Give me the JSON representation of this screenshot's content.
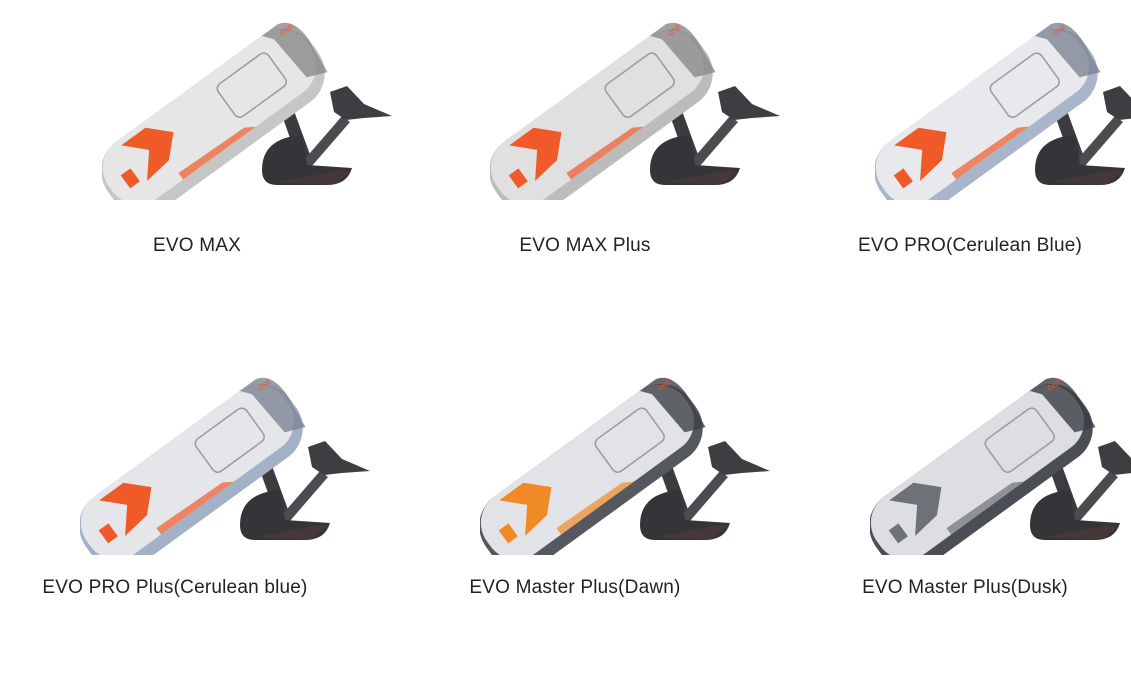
{
  "products": [
    {
      "name": "EVO MAX",
      "colors": {
        "deck": "#e6e6e6",
        "rail": "#c6c6c6",
        "accent": "#f05a28",
        "nose": "#8a8a8a"
      }
    },
    {
      "name": "EVO MAX Plus",
      "colors": {
        "deck": "#e0e0e0",
        "rail": "#bcbcbc",
        "accent": "#f05a28",
        "nose": "#8a8a8a"
      }
    },
    {
      "name": "EVO PRO(Cerulean Blue)",
      "colors": {
        "deck": "#e8e9ec",
        "rail": "#a8b5ca",
        "accent": "#f05a28",
        "nose": "#7d8594"
      }
    },
    {
      "name": "EVO PRO Plus(Cerulean blue)",
      "colors": {
        "deck": "#e4e6ea",
        "rail": "#a3b1c7",
        "accent": "#f05a28",
        "nose": "#7d8594"
      }
    },
    {
      "name": "EVO Master Plus(Dawn)",
      "colors": {
        "deck": "#e1e3e7",
        "rail": "#55585e",
        "accent": "#f08a24",
        "nose": "#3e4146"
      }
    },
    {
      "name": "EVO Master Plus(Dusk)",
      "colors": {
        "deck": "#dcdee2",
        "rail": "#4b4e54",
        "accent": "#6e7177",
        "nose": "#3a3d42"
      }
    }
  ]
}
